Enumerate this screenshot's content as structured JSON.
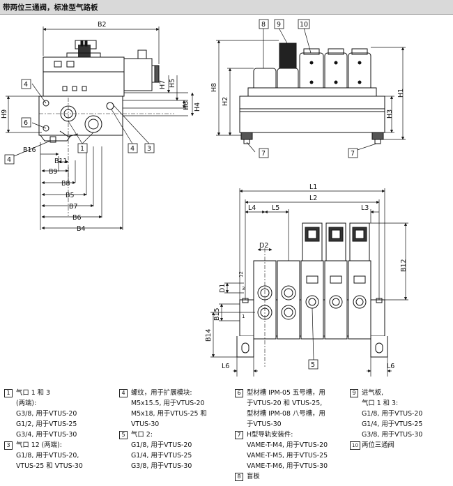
{
  "header": {
    "title": "带两位三通阀，标准型气路板"
  },
  "left_view": {
    "dims": [
      "B2",
      "H7",
      "H5",
      "H6",
      "H4",
      "H9",
      "B16",
      "B11",
      "B9",
      "B8",
      "B5",
      "B7",
      "B6",
      "B4"
    ],
    "callouts": [
      "4",
      "6",
      "1",
      "4",
      "3",
      "4"
    ]
  },
  "right_view": {
    "dims": [
      "H8",
      "H2",
      "H1",
      "H3"
    ],
    "callouts": [
      "8",
      "9",
      "10",
      "7",
      "7"
    ]
  },
  "bottom_view": {
    "dims": [
      "L1",
      "L2",
      "L4",
      "L5",
      "L3",
      "D2",
      "B12",
      "D1",
      "B15",
      "B14",
      "L6",
      "L6"
    ],
    "callouts": [
      "5"
    ],
    "port_labels": [
      "12",
      "3",
      "1"
    ]
  },
  "legend": [
    {
      "num": "1",
      "lines": [
        "气口 1 和 3",
        "(两端):",
        "G3/8,  用于VTUS-20",
        "G1/2,  用于VTUS-25",
        "G3/4,  用于VTUS-30"
      ]
    },
    {
      "num": "3",
      "lines": [
        "气口 12 (两端):",
        "G1/8,  用于VTUS-20,",
        "VTUS-25 和 VTUS-30"
      ]
    },
    {
      "num": "4",
      "lines": [
        "螺纹，用于扩展模块:",
        "M5x15.5,  用于VTUS-20",
        "M5x18,  用于VTUS-25 和",
        "VTUS-30"
      ]
    },
    {
      "num": "5",
      "lines": [
        "气口 2:",
        "G1/8,  用于VTUS-20",
        "G1/4,  用于VTUS-25",
        "G3/8,  用于VTUS-30"
      ]
    },
    {
      "num": "6",
      "lines": [
        "型材槽 IPM-05 五号槽，用",
        "于VTUS-20 和 VTUS-25,",
        "型材槽 IPM-08 八号槽，用",
        "于VTUS-30"
      ]
    },
    {
      "num": "7",
      "lines": [
        "H型导轨安装件:",
        "VAME-T-M4,  用于VTUS-20",
        "VAME-T-M5,  用于VTUS-25",
        "VAME-T-M6,  用于VTUS-30"
      ]
    },
    {
      "num": "8",
      "lines": [
        "盲板"
      ]
    },
    {
      "num": "9",
      "lines": [
        "进气板,",
        "气口 1 和 3:",
        "G1/8,  用于VTUS-20",
        "G1/4,  用于VTUS-25",
        "G3/8,  用于VTUS-30"
      ]
    },
    {
      "num": "10",
      "lines": [
        "两位三通阀"
      ]
    }
  ]
}
